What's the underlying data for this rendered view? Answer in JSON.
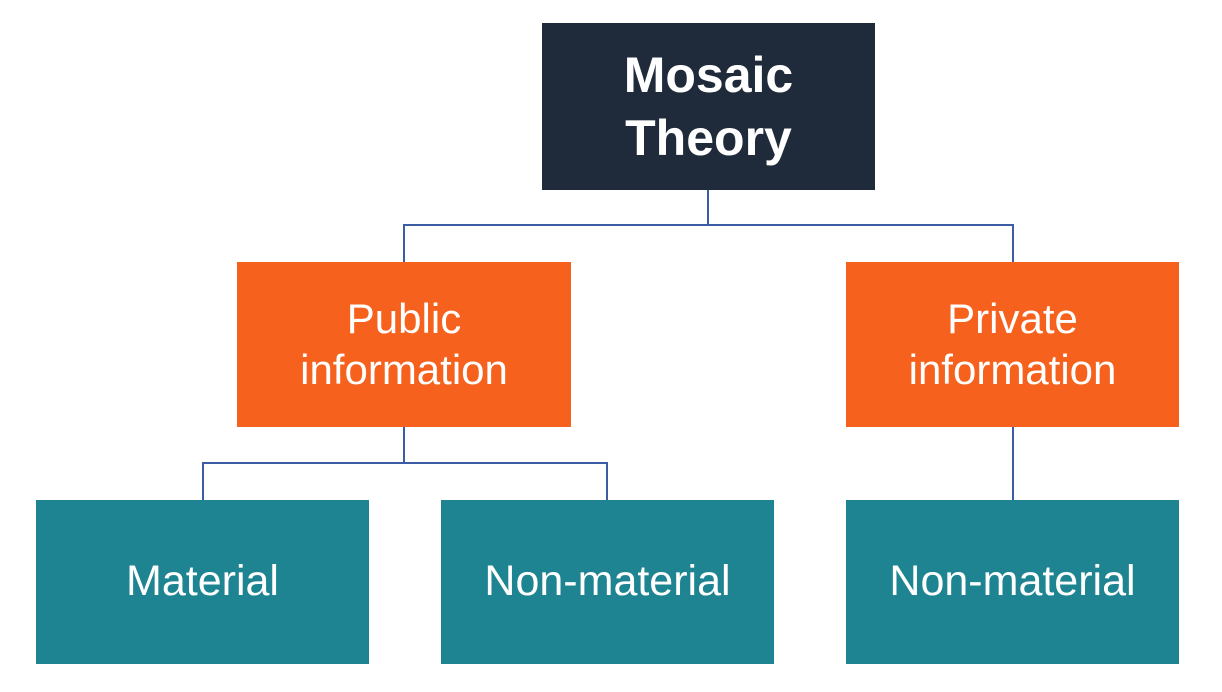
{
  "diagram": {
    "type": "hierarchy-tree",
    "background_color": "#FFFFFF",
    "connector_color": "#3D5CA6",
    "text_color": "#FFFFFF",
    "root": {
      "label": "Mosaic Theory",
      "bg_color": "#1F2A3A"
    },
    "level1": [
      {
        "id": "public",
        "label": "Public information",
        "bg_color": "#F6611D",
        "parent": "root"
      },
      {
        "id": "private",
        "label": "Private information",
        "bg_color": "#F6611D",
        "parent": "root"
      }
    ],
    "level2": [
      {
        "id": "material",
        "label": "Material",
        "bg_color": "#1F8492",
        "parent": "public"
      },
      {
        "id": "non_material_public",
        "label": "Non-material",
        "bg_color": "#1F8492",
        "parent": "public"
      },
      {
        "id": "non_material_private",
        "label": "Non-material",
        "bg_color": "#1F8492",
        "parent": "private"
      }
    ]
  }
}
